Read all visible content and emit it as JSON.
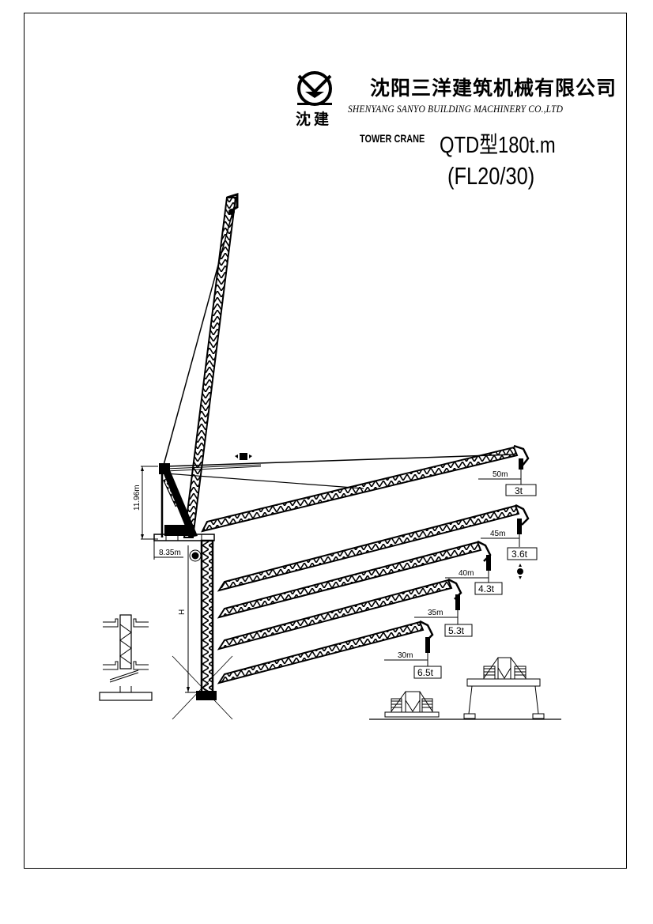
{
  "header": {
    "company_cn": "沈阳三洋建筑机械有限公司",
    "company_en": "SHENYANG SANYO BUILDING MACHINERY CO.,LTD",
    "logo_text": "沈建",
    "product_type": "TOWER CRANE",
    "model": "QTD型180t.m",
    "series": "(FL20/30)"
  },
  "dimensions": {
    "a_frame_height": "11.96m",
    "counter_jib_length": "8.35m",
    "tower_height": "H"
  },
  "jib_configurations": [
    {
      "radius": "50m",
      "tip_load": "3t"
    },
    {
      "radius": "45m",
      "tip_load": "3.6t"
    },
    {
      "radius": "40m",
      "tip_load": "4.3t"
    },
    {
      "radius": "35m",
      "tip_load": "5.3t"
    },
    {
      "radius": "30m",
      "tip_load": "6.5t"
    }
  ],
  "colors": {
    "line": "#000000",
    "background": "#ffffff"
  }
}
